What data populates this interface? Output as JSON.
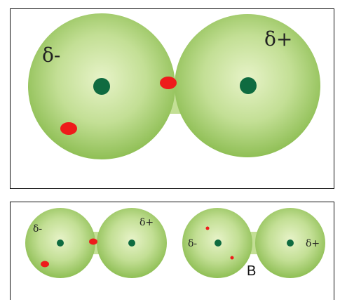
{
  "colors": {
    "sphere_center": "#e7f3c8",
    "sphere_mid": "#b6d981",
    "sphere_edge": "#8fbf55",
    "nucleus": "#0f6b40",
    "electron": "#ee1b1b",
    "frame": "#111111"
  },
  "top_panel": {
    "left_sphere_label": "δ-",
    "right_sphere_label": "δ+"
  },
  "bottom_panel": {
    "molecule_a": {
      "left_label": "δ-",
      "right_label": "δ+"
    },
    "molecule_b": {
      "left_label": "δ-",
      "right_label": "δ+",
      "marker_label": "B"
    }
  }
}
